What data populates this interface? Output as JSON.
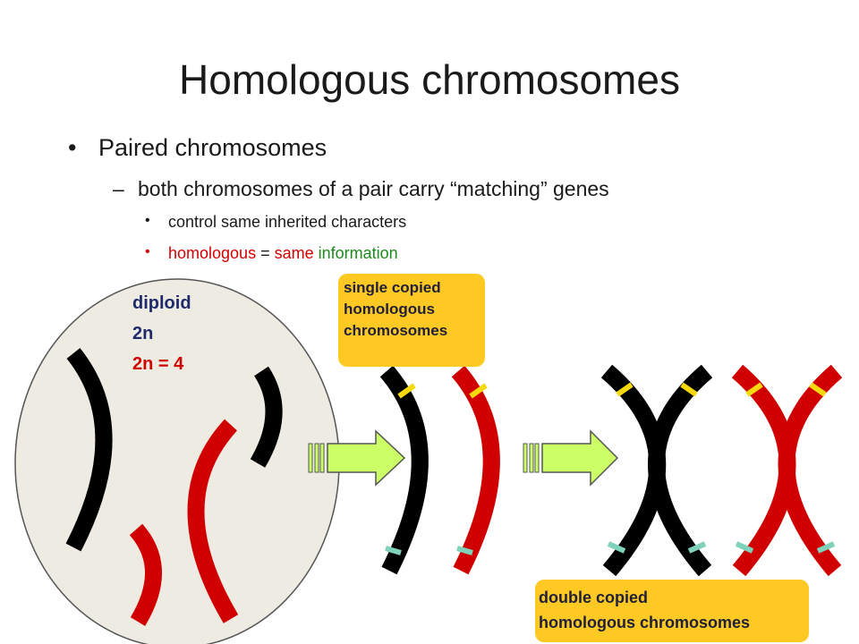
{
  "title": "Homologous chromosomes",
  "bullets": {
    "level1": "Paired chromosomes",
    "level2": "both chromosomes of a pair carry “matching” genes",
    "level3_1": "control same inherited characters",
    "level3_2": {
      "part1": "homologous",
      "eq": " = ",
      "part2": "same",
      "part3": " information"
    }
  },
  "cell": {
    "diploid": "diploid",
    "two_n": "2n",
    "count": "2n = 4"
  },
  "labels": {
    "single_copied": [
      "single copied",
      "homologous",
      "chromosomes"
    ],
    "double_copied": [
      "double copied",
      "homologous chromosomes"
    ]
  },
  "colors": {
    "black_chromosome": "#000000",
    "red_chromosome": "#d00000",
    "centromere_band": "#f5d90c",
    "end_band": "#7fd1b9",
    "arrow_fill": "#ccff66",
    "label_box": "#fec923",
    "cell_fill": "#eeebe3"
  }
}
